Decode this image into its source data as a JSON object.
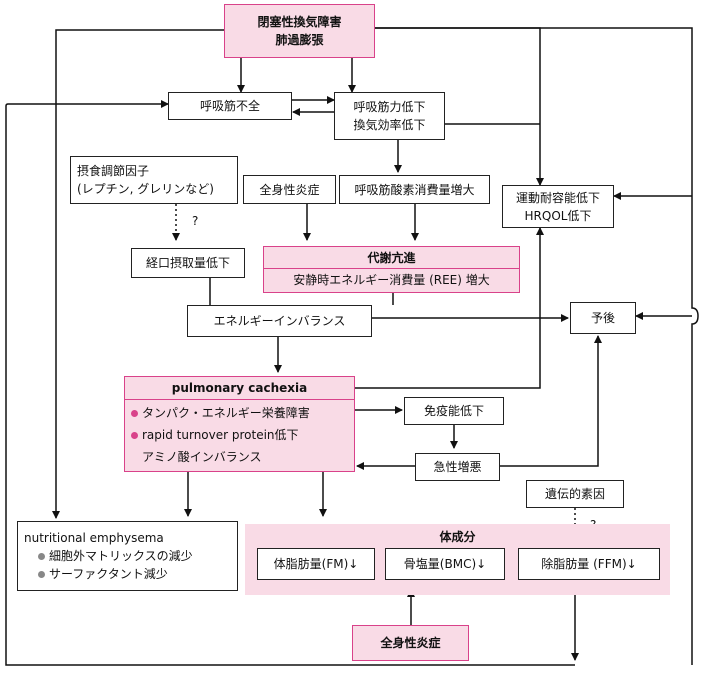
{
  "nodes": {
    "copd": [
      "閉塞性換気障害",
      "肺過膨張"
    ],
    "resp_muscle_failure": "呼吸筋不全",
    "resp_decline": [
      "呼吸筋力低下",
      "換気効率低下"
    ],
    "appetite_factors": [
      "摂食調節因子",
      "(レプチン, グレリンなど)"
    ],
    "systemic_inflammation": "全身性炎症",
    "resp_muscle_o2": "呼吸筋酸素消費量増大",
    "exercise_tolerance": [
      "運動耐容能低下",
      "HRQOL低下"
    ],
    "oral_intake": "経口摂取量低下",
    "hypermetabolism_title": "代謝亢進",
    "hypermetabolism_detail": "安静時エネルギー消費量 (REE) 増大",
    "energy_imbalance": "エネルギーインバランス",
    "prognosis": "予後",
    "cachexia_title": "pulmonary  cachexia",
    "cachexia_items": [
      "タンパク・エネルギー栄養障害",
      "rapid turnover protein低下",
      "アミノ酸インバランス"
    ],
    "immune_decline": "免疫能低下",
    "acute_exacerbation": "急性増悪",
    "genetic": "遺伝的素因",
    "emphysema_title": "nutritional emphysema",
    "emphysema_items": [
      "細胞外マトリックスの減少",
      "サーファクタント減少"
    ],
    "body_composition": "体成分",
    "fm": "体脂肪量(FM)↓",
    "bmc": "骨塩量(BMC)↓",
    "ffm": "除脂肪量 (FFM)↓",
    "systemic_inflammation_bottom": "全身性炎症"
  },
  "question_mark": "?",
  "colors": {
    "accent_fill": "#f9dbe6",
    "accent_border": "#d9428a",
    "bullet_gray": "#888888",
    "line": "#111111"
  }
}
